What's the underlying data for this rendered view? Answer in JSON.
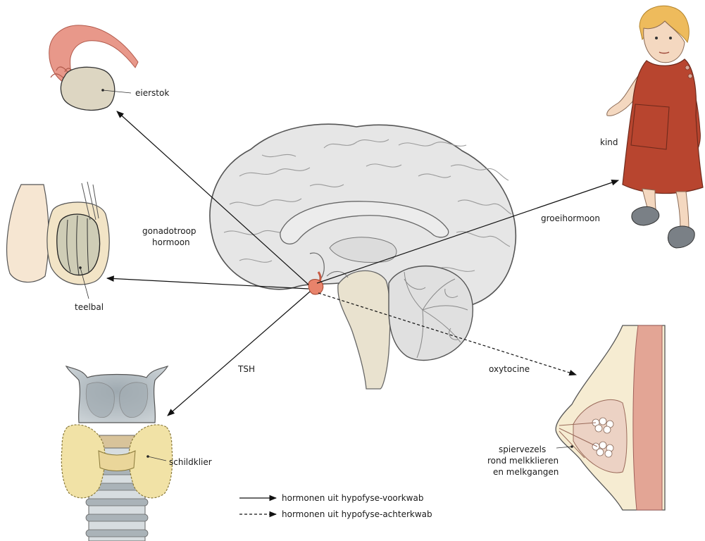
{
  "labels": {
    "ovary": "eierstok",
    "testis": "teelbal",
    "thyroid": "schildklier",
    "child": "kind",
    "gonadotropic_line1": "gonadotroop",
    "gonadotropic_line2": "hormoon",
    "growth_hormone": "groeihormoon",
    "tsh": "TSH",
    "oxytocin": "oxytocine",
    "muscle_line1": "spiervezels",
    "muscle_line2": "rond melkklieren",
    "muscle_line3": "en melkgangen"
  },
  "legend": {
    "solid": "hormonen uit hypofyse-voorkwab",
    "dashed": "hormonen uit hypofyse-achterkwab"
  },
  "colors": {
    "brain": "#e6e6e6",
    "brainstem": "#e9e2cf",
    "pituitary": "#e8836b",
    "ovary": "#ddd6c2",
    "tube": "#e8988a",
    "thyroid": "#f1e2a6",
    "cartilage": "#c3cbd0",
    "dress": "#b8452f",
    "skin": "#f4d8c0",
    "breast_skin": "#f6ecd2",
    "breast_muscle": "#e3a595"
  }
}
